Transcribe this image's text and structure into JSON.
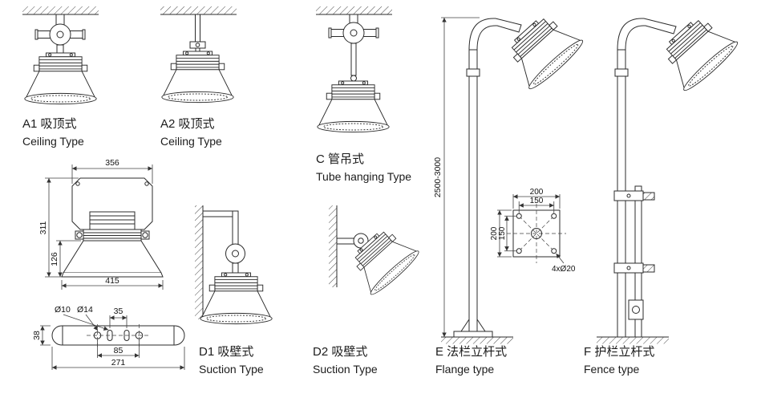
{
  "figures": {
    "a1": {
      "label_cn": "A1 吸顶式",
      "label_en": "Ceiling Type"
    },
    "a2": {
      "label_cn": "A2 吸顶式",
      "label_en": "Ceiling Type"
    },
    "c": {
      "label_cn": "C 管吊式",
      "label_en": "Tube hanging Type"
    },
    "d1": {
      "label_cn": "D1 吸壁式",
      "label_en": "Suction Type"
    },
    "d2": {
      "label_cn": "D2 吸壁式",
      "label_en": "Suction Type"
    },
    "e": {
      "label_cn": "E 法栏立杆式",
      "label_en": "Flange type"
    },
    "f": {
      "label_cn": "F 护栏立杆式",
      "label_en": "Fence type"
    }
  },
  "dimensions": {
    "front_view": {
      "top_width": "356",
      "total_height": "311",
      "skirt_height": "126",
      "bottom_width": "415"
    },
    "bracket": {
      "hole_small": "Ø10",
      "hole_large": "Ø14",
      "slot_spacing": "35",
      "hole_spacing": "85",
      "length": "271",
      "height": "38"
    },
    "pole": {
      "height_range": "2500-3000"
    },
    "flange": {
      "outer": "200",
      "inner": "150",
      "bolt_holes": "4xØ20"
    }
  },
  "colors": {
    "background": "#ffffff",
    "line": "#2b2b2b",
    "dimension": "#404040",
    "text": "#1a1a1a"
  }
}
